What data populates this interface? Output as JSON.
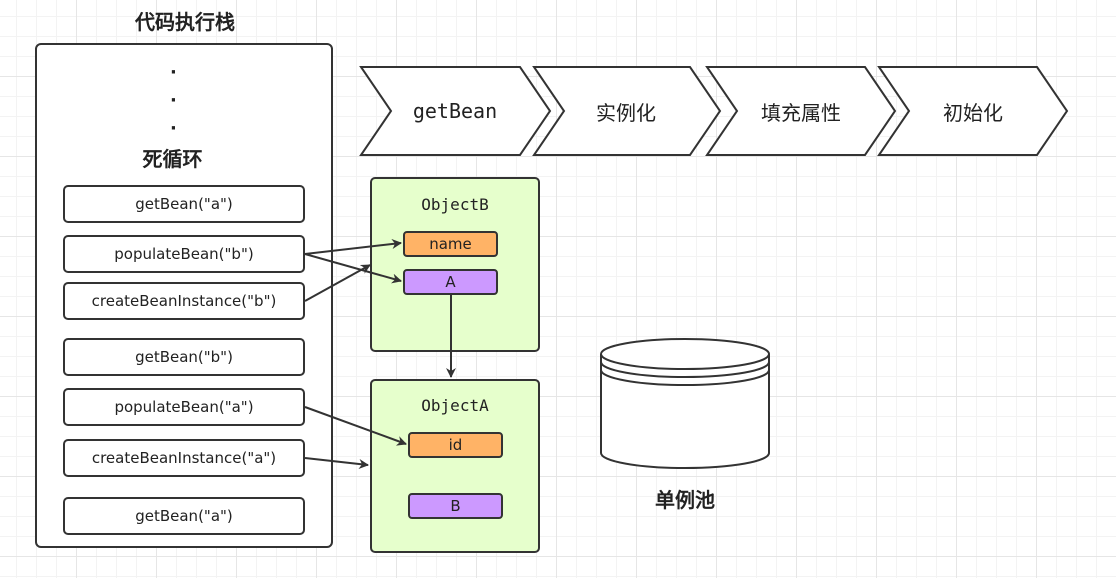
{
  "stack": {
    "title": "代码执行栈",
    "loop_label": "死循环",
    "items": [
      "getBean(\"a\")",
      "populateBean(\"b\")",
      "createBeanInstance(\"b\")",
      "getBean(\"b\")",
      "populateBean(\"a\")",
      "createBeanInstance(\"a\")",
      "getBean(\"a\")"
    ]
  },
  "flow": {
    "steps": [
      "getBean",
      "实例化",
      "填充属性",
      "初始化"
    ]
  },
  "objects": {
    "object_b": {
      "title": "ObjectB",
      "fields": [
        "name",
        "A"
      ]
    },
    "object_a": {
      "title": "ObjectA",
      "fields": [
        "id",
        "B"
      ]
    }
  },
  "pool": {
    "label": "单例池"
  },
  "colors": {
    "object_fill": "#e6ffcc",
    "field_orange": "#ffb366",
    "field_purple": "#cc99ff",
    "stroke": "#333333"
  }
}
